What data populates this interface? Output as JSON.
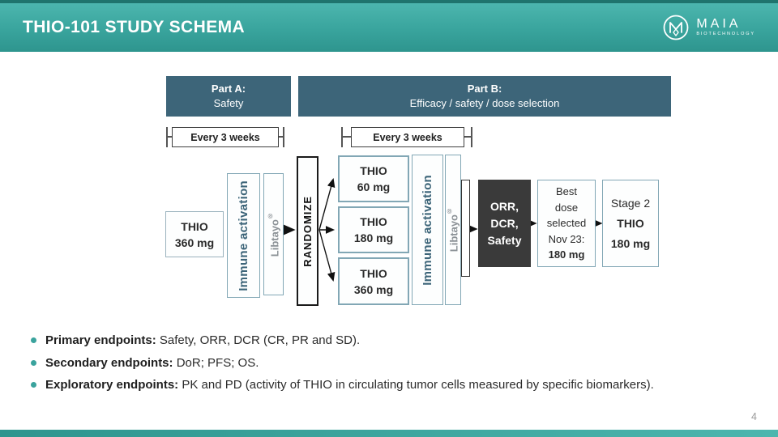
{
  "slide": {
    "title": "THIO-101 STUDY SCHEMA",
    "page_number": "4",
    "logo": {
      "name": "MAIA",
      "subtitle": "BIOTECHNOLOGY"
    }
  },
  "colors": {
    "header_teal": "#39a49d",
    "slate_blue": "#3d6579",
    "outcome_dark": "#3a3a3a",
    "box_border_teal": "#82a7b5",
    "bullet_teal": "#3aa39d"
  },
  "schema": {
    "part_a": {
      "title": "Part A:",
      "subtitle": "Safety"
    },
    "part_b": {
      "title": "Part B:",
      "subtitle": "Efficacy / safety / dose selection"
    },
    "interval_a": "Every 3 weeks",
    "interval_b": "Every 3 weeks",
    "start_box": {
      "line1": "THIO",
      "line2": "360 mg"
    },
    "immune_activation_a": "Immune activation",
    "immune_activation_b": "Immune activation",
    "libtayo_a": "Libtayo",
    "libtayo_b": "Libtayo",
    "registered_mark": "®",
    "randomize": "RANDOMIZE",
    "arms": [
      {
        "line1": "THIO",
        "line2": "60 mg"
      },
      {
        "line1": "THIO",
        "line2": "180 mg"
      },
      {
        "line1": "THIO",
        "line2": "360 mg"
      }
    ],
    "outcome_box": {
      "line1": "ORR,",
      "line2": "DCR,",
      "line3": "Safety"
    },
    "best_dose_box": {
      "line1": "Best",
      "line2": "dose",
      "line3": "selected",
      "line4": "Nov 23:",
      "line5": "180 mg"
    },
    "stage2_box": {
      "line1": "Stage 2",
      "line2": "THIO",
      "line3": "180 mg"
    }
  },
  "endpoints": [
    {
      "label": "Primary endpoints:",
      "text": " Safety, ORR, DCR (CR, PR and SD)."
    },
    {
      "label": "Secondary endpoints:",
      "text": " DoR; PFS; OS."
    },
    {
      "label": "Exploratory endpoints:",
      "text": " PK and PD (activity of THIO in circulating tumor cells measured by specific biomarkers)."
    }
  ]
}
